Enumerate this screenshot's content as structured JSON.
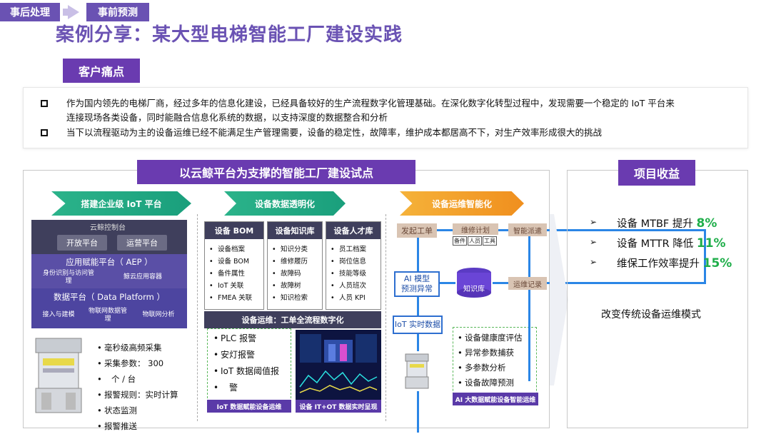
{
  "nav": {
    "tab1": "事后处理",
    "tab2": "事前预测"
  },
  "title": "案例分享：某大型电梯智能工厂建设实践",
  "pain": {
    "label": "客户痛点",
    "line1": "作为国内领先的电梯厂商，经过多年的信息化建设，已经具备较好的生产流程数字化管理基础。在深化数字化转型过程中，发现需要一个稳定的 IoT 平台来",
    "line1b": "连接现场各类设备，同时能融合信息化系统的数据，以支持深度的数据整合和分析",
    "line2": "当下以流程驱动为主的设备运维已经不能满足生产管理需要，设备的稳定性，故障率，维护成本都居高不下，对生产效率形成很大的挑战"
  },
  "main": {
    "banner": "以云鲸平台为支撑的智能工厂建设试点",
    "chev1": "搭建企业级 IoT 平台",
    "chev2": "设备数据透明化",
    "chev3": "设备运维智能化",
    "platform": {
      "console": "云鲸控制台",
      "open": "开放平台",
      "ops": "运营平台",
      "aep": "应用赋能平台（ AEP ）",
      "aep_sub1": "身份识别与访问管理",
      "aep_sub2": "鲸云应用容器",
      "data": "数据平台（ Data Platform ）",
      "data_sub1": "接入与建模",
      "data_sub2": "物联网数据管理",
      "data_sub3": "物联网分析"
    },
    "left_list": [
      "毫秒级高频采集",
      "采集参数： 300",
      "个 / 台",
      "报警规则：实时计算",
      "状态监测",
      "报警推送"
    ],
    "cols": [
      {
        "head": "设备 BOM",
        "items": [
          "设备档案",
          "设备 BOM",
          "备件属性",
          "IoT 关联",
          "FMEA 关联"
        ]
      },
      {
        "head": "设备知识库",
        "items": [
          "知识分类",
          "维修履历",
          "故障码",
          "故障树",
          "知识检索"
        ]
      },
      {
        "head": "设备人才库",
        "items": [
          "员工档案",
          "岗位信息",
          "技能等级",
          "人员班次",
          "人员 KPI"
        ]
      }
    ],
    "ops_head": "设备运维：工单全流程数字化",
    "alarm_list": [
      "PLC 报警",
      "安灯报警",
      "IoT 数据阈值报",
      "警",
      "..."
    ],
    "footer1": "IoT 数据赋能设备运维",
    "footer2": "设备 IT+OT 数据实时呈现",
    "footer3": "AI 大数据赋能设备智能运维",
    "flow": {
      "start_ticket": "发起工单",
      "plan": "维修计划",
      "chip1": "备件",
      "chip2": "人员",
      "chip3": "工具",
      "dispatch": "智能派遣",
      "ai": "AI 模型\n预测异常",
      "kb": "知识库",
      "verify": "运维记录",
      "iot": "IoT 实时数据"
    },
    "ai_list": [
      "设备健康度评估",
      "异常参数捕获",
      "多参数分析",
      "设备故障预测"
    ]
  },
  "benefits": {
    "label": "项目收益",
    "items": [
      {
        "text": "设备 MTBF  提升",
        "num": "8%"
      },
      {
        "text": "设备 MTTR  降低",
        "num": "11%"
      },
      {
        "text": "维保工作效率提升",
        "num": "15%"
      }
    ],
    "summary": "改变传统设备运维模式"
  },
  "colors": {
    "purple": "#6a3bb0",
    "green": "#1fae4a",
    "blue": "#2b86e6"
  }
}
